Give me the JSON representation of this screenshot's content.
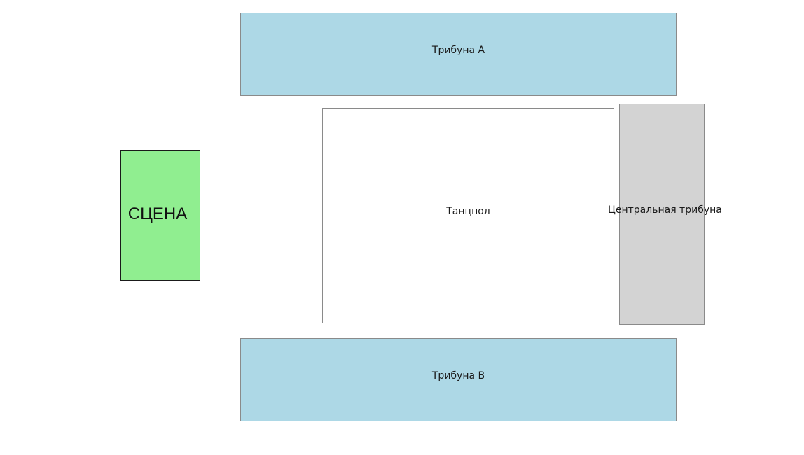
{
  "venue_map": {
    "stage": {
      "label": "СЦЕНА",
      "color": "#90ee90"
    },
    "tribune_a": {
      "label": "Трибуна А",
      "color": "#add8e6"
    },
    "tribune_b": {
      "label": "Трибуна В",
      "color": "#add8e6"
    },
    "dance_floor": {
      "label": "Танцпол",
      "color": "#ffffff"
    },
    "central_tribune": {
      "label": "Центральная трибуна",
      "color": "#d3d3d3"
    }
  }
}
